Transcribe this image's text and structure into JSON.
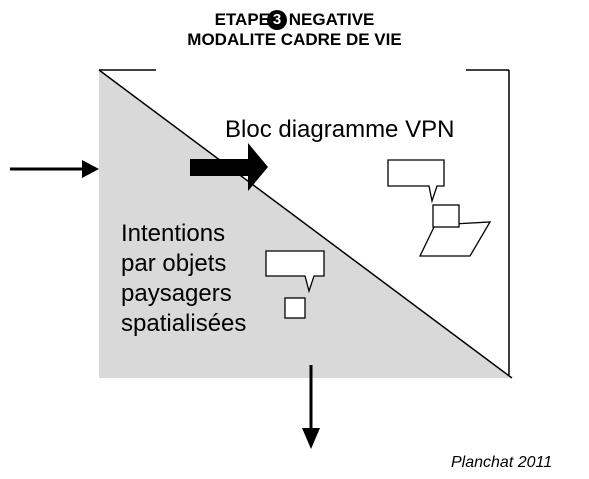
{
  "title": {
    "line1_before": "ETAPE",
    "step_number": "3",
    "line1_after": "NEGATIVE",
    "line2": "MODALITE CADRE DE VIE"
  },
  "labels": {
    "vpn": "Bloc diagramme VPN",
    "intentions": [
      "Intentions",
      "par objets",
      "paysagers",
      "spatialisées"
    ]
  },
  "credit": "Planchat 2011",
  "colors": {
    "shaded": "#d9d9d9",
    "ink": "#000000"
  }
}
